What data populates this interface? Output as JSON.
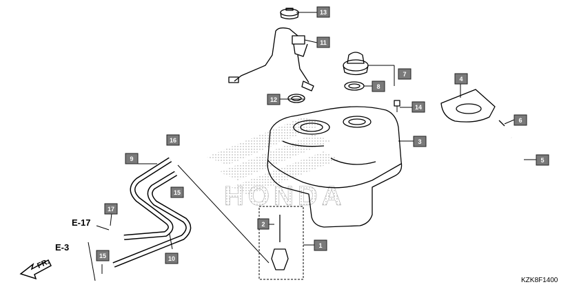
{
  "callouts": {
    "c1": "1",
    "c2": "2",
    "c3": "3",
    "c4": "4",
    "c5": "5",
    "c6": "6",
    "c7": "7",
    "c8": "8",
    "c9": "9",
    "c10": "10",
    "c11": "11",
    "c12": "12",
    "c13": "13",
    "c14": "14",
    "c15a": "15",
    "c15b": "15",
    "c16": "16",
    "c17": "17"
  },
  "references": {
    "e17": "E-17",
    "e3": "E-3"
  },
  "direction_label": "FR.",
  "watermark_text": "HONDA",
  "diagram_code": "KZK8F1400"
}
